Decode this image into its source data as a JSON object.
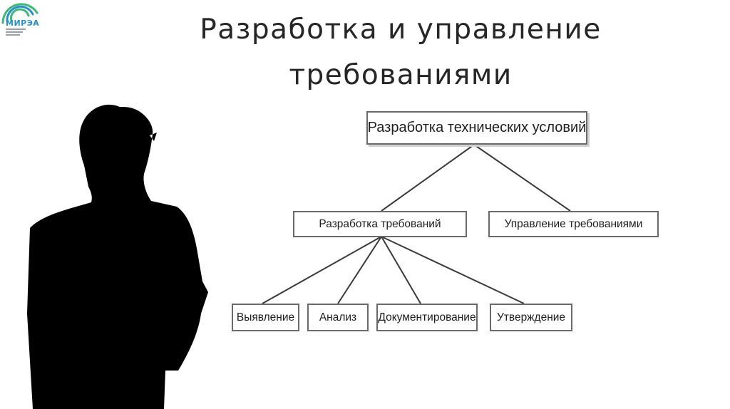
{
  "logo": {
    "text": "МИРЭА",
    "accent_color": "#2a8fc9"
  },
  "title": {
    "line1": "Разработка и управление",
    "line2": "требованиями"
  },
  "diagram": {
    "root": "Разработка технических условий",
    "level2": [
      "Разработка требований",
      "Управление требованиями"
    ],
    "level3": [
      "Выявление",
      "Анализ",
      "Документирование",
      "Утверждение"
    ]
  },
  "colors": {
    "title": "#262626",
    "box_border": "#6a6a6a",
    "silhouette": "#000000"
  }
}
